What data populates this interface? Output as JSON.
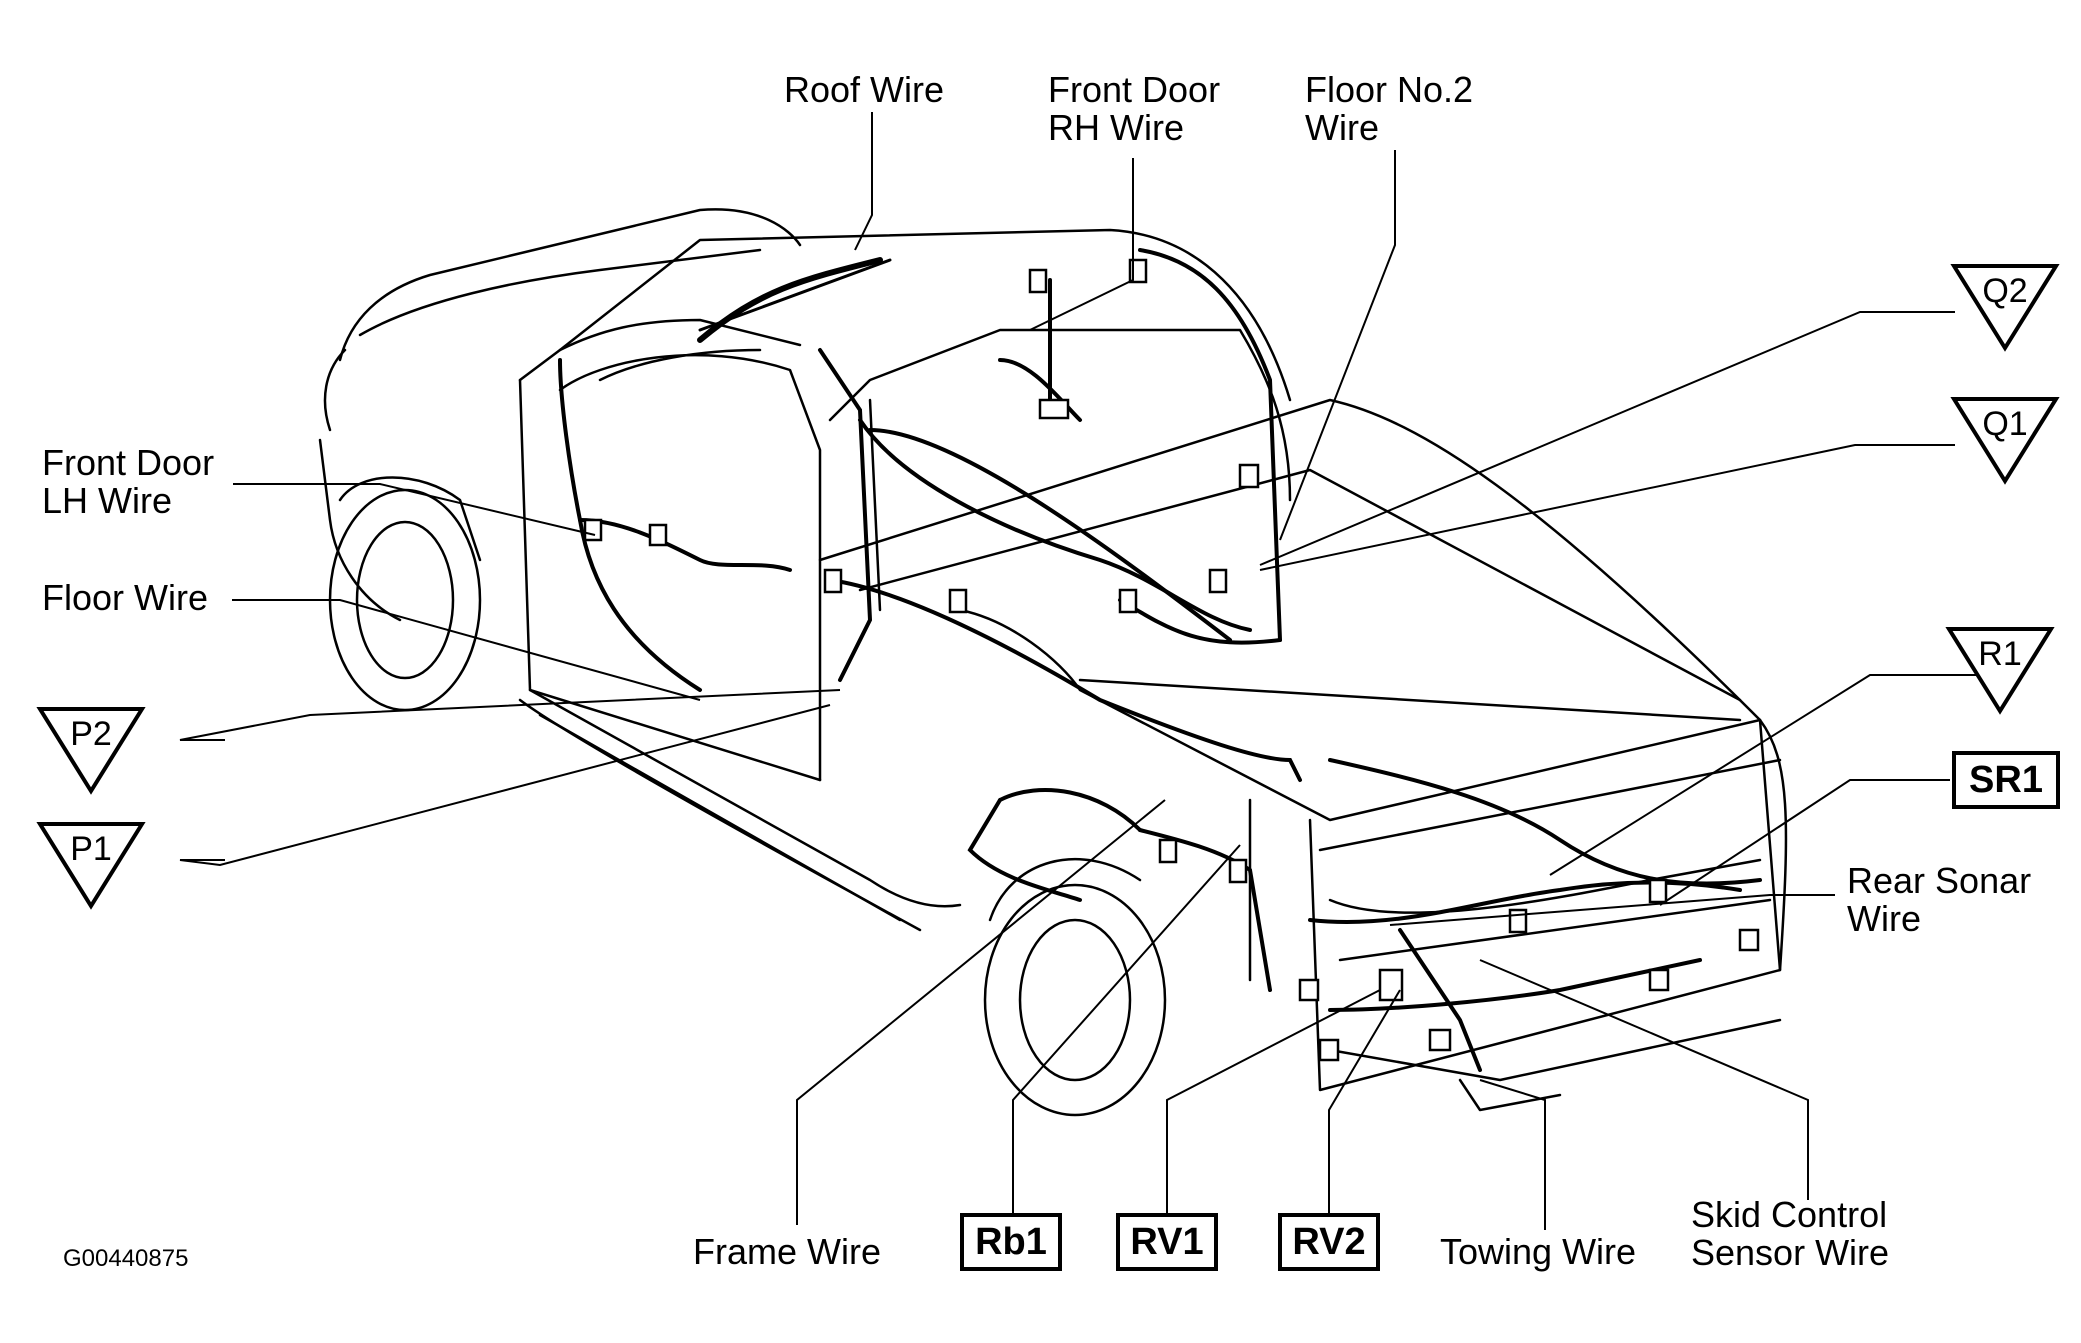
{
  "labels": {
    "roof_wire": "Roof Wire",
    "front_door_rh_wire": [
      "Front Door",
      "RH Wire"
    ],
    "floor_no2_wire": [
      "Floor No.2",
      "Wire"
    ],
    "front_door_lh_wire": [
      "Front Door",
      "LH Wire"
    ],
    "floor_wire": "Floor Wire",
    "rear_sonar_wire": [
      "Rear Sonar",
      "Wire"
    ],
    "frame_wire": "Frame Wire",
    "towing_wire": "Towing Wire",
    "skid_control_sensor_wire": [
      "Skid Control",
      "Sensor Wire"
    ]
  },
  "triangle_markers": [
    "Q2",
    "Q1",
    "R1",
    "P2",
    "P1"
  ],
  "box_markers": [
    "SR1",
    "Rb1",
    "RV1",
    "RV2"
  ],
  "figure_id": "G00440875"
}
